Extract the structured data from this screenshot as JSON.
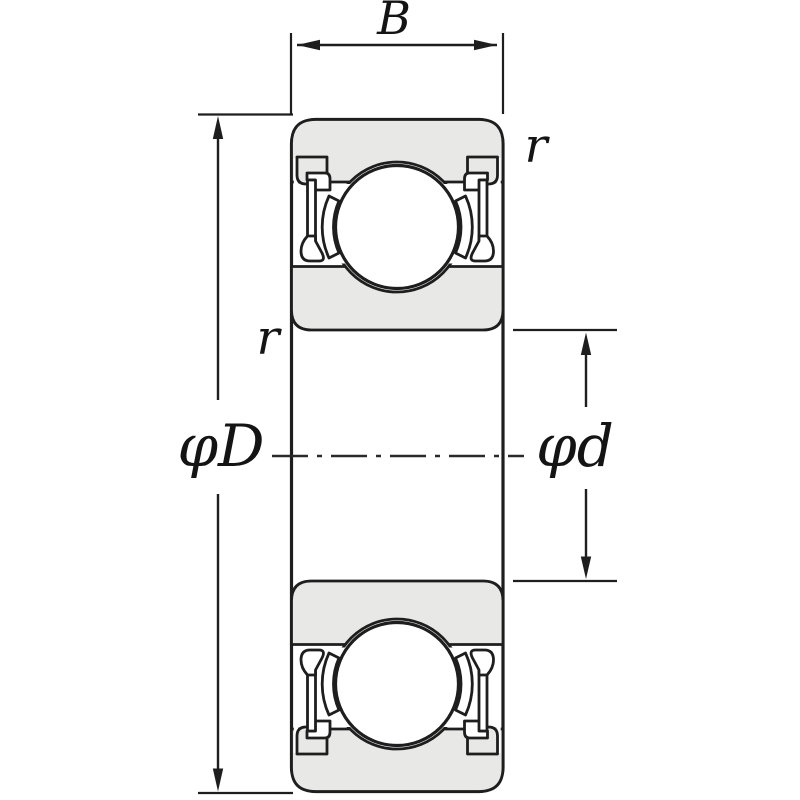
{
  "drawing": {
    "kind": "deep-groove-ball-bearing-cross-section",
    "labels": {
      "width": "B",
      "outer_diameter": "φD",
      "bore_diameter": "φd",
      "chamfer_outer": "r",
      "chamfer_inner": "r"
    },
    "colors": {
      "background": "#ffffff",
      "line": "#1e1e1e",
      "ring_fill": "#e8e8e6",
      "ball_fill": "#ffffff"
    },
    "parts": {
      "outer_ring": "outer-ring",
      "inner_ring": "inner-ring",
      "ball": "ball",
      "seal": "seal",
      "cage": "cage",
      "centerline": "centerline"
    }
  }
}
